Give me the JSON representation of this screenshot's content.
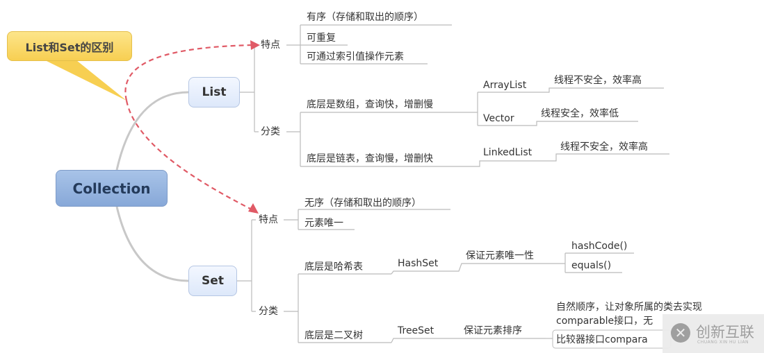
{
  "root": "Collection",
  "callout": "List和Set的区别",
  "list": {
    "label": "List",
    "features_label": "特点",
    "features": [
      "有序（存储和取出的顺序）",
      "可重复",
      "可通过索引值操作元素"
    ],
    "category_label": "分类",
    "array_based": "底层是数组，查询快，增删慢",
    "linked_based": "底层是链表，查询慢，增删快",
    "arraylist": "ArrayList",
    "arraylist_note": "线程不安全，效率高",
    "vector": "Vector",
    "vector_note": "线程安全，效率低",
    "linkedlist": "LinkedList",
    "linkedlist_note": "线程不安全，效率高"
  },
  "set": {
    "label": "Set",
    "features_label": "特点",
    "features": [
      "无序（存储和取出的顺序）",
      "元素唯一"
    ],
    "category_label": "分类",
    "hash_based": "底层是哈希表",
    "tree_based": "底层是二叉树",
    "hashset": "HashSet",
    "hashset_note": "保证元素唯一性",
    "hashset_methods": [
      "hashCode()",
      "equals()"
    ],
    "treeset": "TreeSet",
    "treeset_note": "保证元素排序",
    "treeset_ways": [
      "自然顺序，让对象所属的类去实现",
      "comparable接口，无",
      "比较器接口compara"
    ]
  },
  "watermark": {
    "name": "创新互联",
    "sub": "CHUANG XIN HU LIAN"
  },
  "colors": {
    "arrow": "#e05a66",
    "line": "#c8c8c8"
  }
}
